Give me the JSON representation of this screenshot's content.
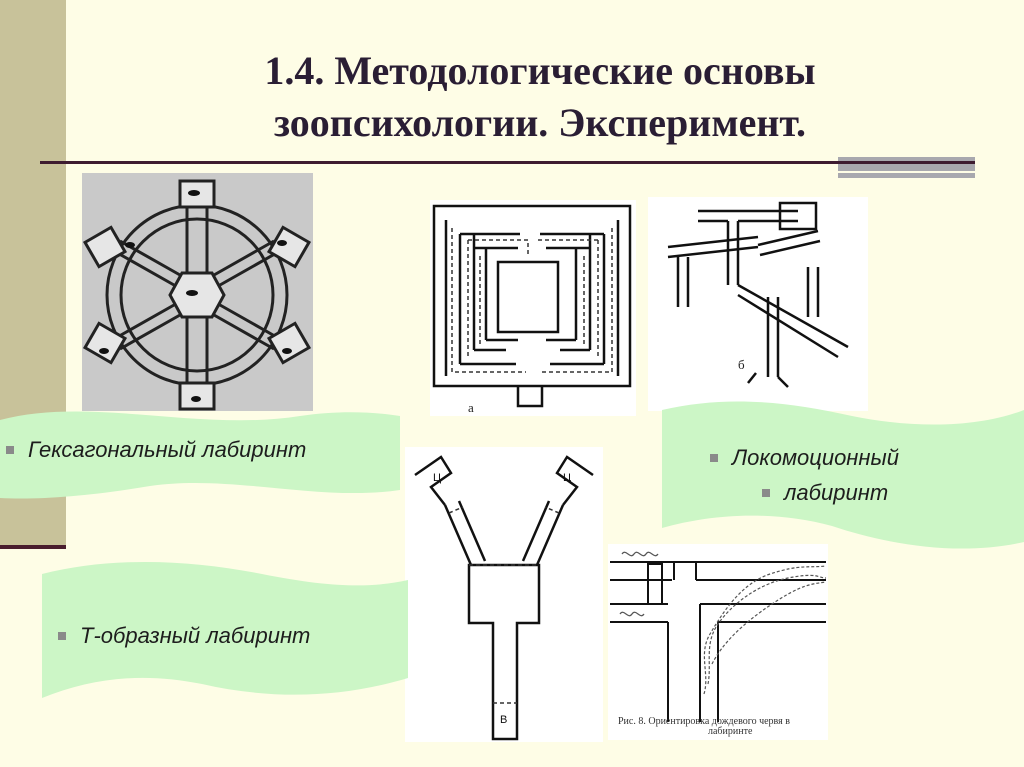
{
  "slide": {
    "title_line1": "1.4. Методологические основы",
    "title_line2": "зоопсихологии. Эксперимент."
  },
  "captions": {
    "hexagonal": "Гексагональный лабиринт",
    "locomotion_line1": "Локомоционный",
    "locomotion_line2": "лабиринт",
    "t_shaped": "Т-образный лабиринт"
  },
  "figure_labels": {
    "maze_a": "а",
    "maze_b": "б",
    "arm_c_left": "Ц",
    "arm_c_right": "Ц",
    "stem_b": "В",
    "worm_caption_line1": "Рис. 8. Ориентировка дождевого червя в",
    "worm_caption_line2": "лабиринте"
  },
  "colors": {
    "accent_green": "#ccf6c6",
    "side_strip": "#c8c29a",
    "dark_rule": "#3e1c30"
  }
}
